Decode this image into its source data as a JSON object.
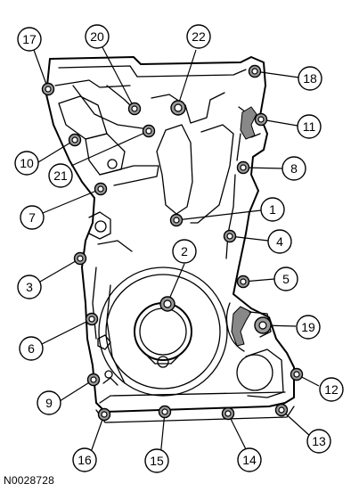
{
  "figure_code": "N0028728",
  "callouts": [
    {
      "label": "1"
    },
    {
      "label": "2"
    },
    {
      "label": "3"
    },
    {
      "label": "4"
    },
    {
      "label": "5"
    },
    {
      "label": "6"
    },
    {
      "label": "7"
    },
    {
      "label": "8"
    },
    {
      "label": "9"
    },
    {
      "label": "10"
    },
    {
      "label": "11"
    },
    {
      "label": "12"
    },
    {
      "label": "13"
    },
    {
      "label": "14"
    },
    {
      "label": "15"
    },
    {
      "label": "16"
    },
    {
      "label": "17"
    },
    {
      "label": "18"
    },
    {
      "label": "19"
    },
    {
      "label": "20"
    },
    {
      "label": "21"
    },
    {
      "label": "22"
    }
  ]
}
